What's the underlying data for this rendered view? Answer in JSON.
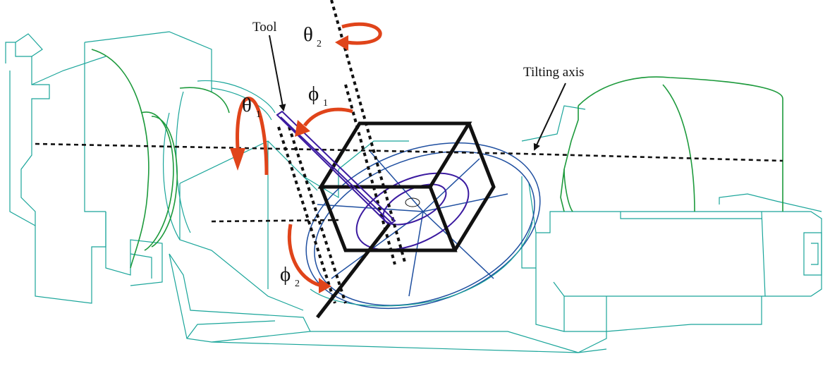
{
  "labels": {
    "tool": "Tool",
    "tilting_axis": "Tilting axis",
    "theta1": {
      "symbol": "θ",
      "sub": "1"
    },
    "theta2": {
      "symbol": "θ",
      "sub": "2"
    },
    "phi1": {
      "symbol": "ϕ",
      "sub": "1"
    },
    "phi2": {
      "symbol": "ϕ",
      "sub": "2"
    }
  },
  "colors": {
    "rotation_arrow": "#e0441a",
    "machine_outline": "#1aa59a",
    "housing_outline": "#1d9a3c",
    "table_outline": "#1f4fa0",
    "tool_outline": "#3b1aa0",
    "workpiece": "#111111"
  }
}
